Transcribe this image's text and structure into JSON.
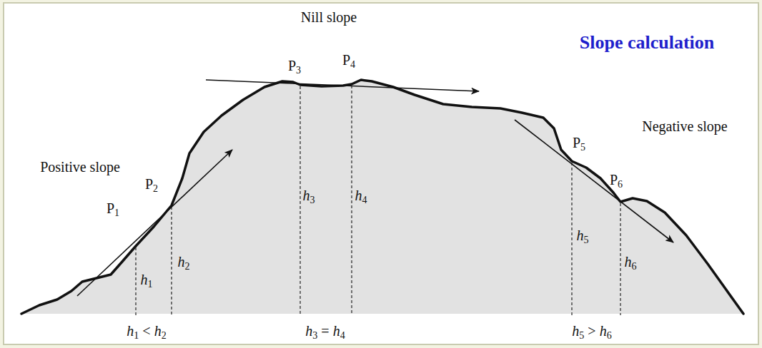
{
  "diagram": {
    "title": "Slope calculation",
    "labels": [
      "Nill slope",
      "Negative slope",
      "Positive slope",
      "P1",
      "P2",
      "P3",
      "P4",
      "P5",
      "P6",
      "h1",
      "h2",
      "h3",
      "h4",
      "h5",
      "h6",
      "h1 < h2",
      "h3 = h4",
      "h5 > h6"
    ]
  }
}
